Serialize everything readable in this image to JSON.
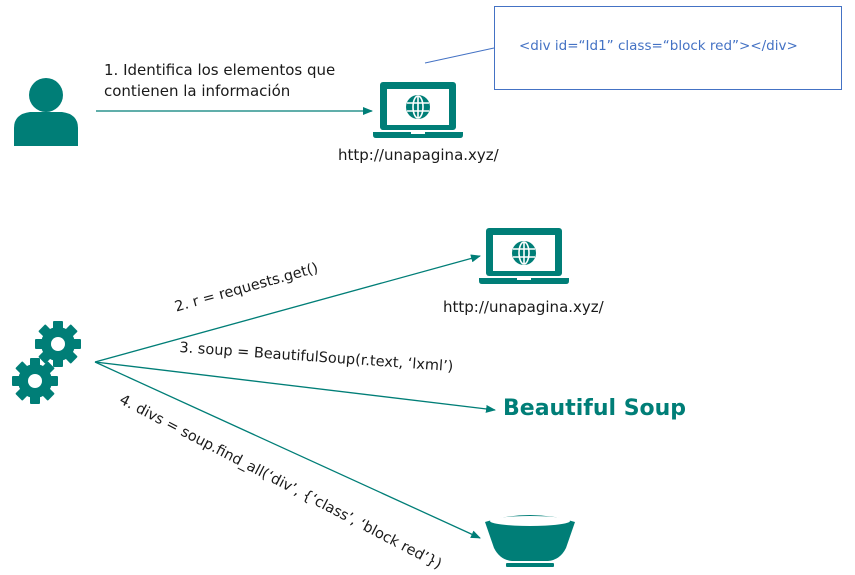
{
  "colors": {
    "accent": "#007e77",
    "code_box": "#4472c4",
    "text": "#1a1a1a"
  },
  "top": {
    "step1_line1": "1. Identifica los elementos que",
    "step1_line2": "contienen la información",
    "url": "http://unapagina.xyz/",
    "code_snippet": "<div id=“Id1” class=“block red”></div>",
    "icons": [
      "user-icon",
      "laptop-globe-icon"
    ]
  },
  "bottom": {
    "step2": "2. r = requests.get()",
    "step3": "3. soup = BeautifulSoup(r.text, ‘lxml’)",
    "step4": "4. divs = soup.find_all(‘div’, {‘class’, ‘block red’})",
    "url": "http://unapagina.xyz/",
    "beautiful_soup_label": "Beautiful Soup",
    "icons": [
      "gears-icon",
      "laptop-globe-icon",
      "bowl-icon"
    ]
  }
}
